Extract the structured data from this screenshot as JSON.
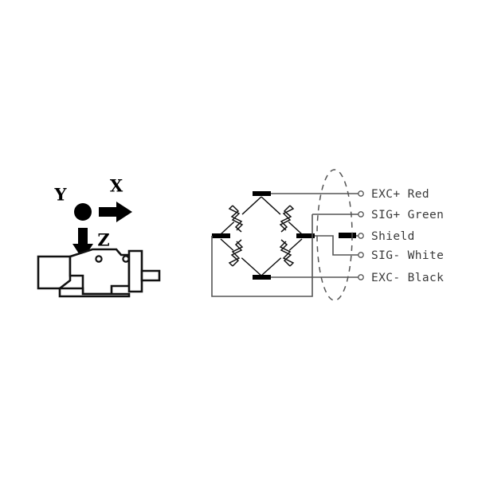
{
  "diagram": {
    "title": "Load cell axis orientation and Wheatstone bridge wiring diagram",
    "background_color": "#ffffff",
    "wire_color": "#555555",
    "outline_color": "#111111",
    "label_color": "#3a3a3a"
  },
  "load_cell": {
    "name": "S-beam load cell side view",
    "axes": [
      {
        "id": "x",
        "label": "X",
        "direction": "right-arrow"
      },
      {
        "id": "y",
        "label": "Y",
        "direction": "out-of-page-dot"
      },
      {
        "id": "z",
        "label": "Z",
        "direction": "down-arrow"
      }
    ],
    "features": {
      "mounting_hole_count": 2,
      "cable_label": ""
    }
  },
  "bridge": {
    "name": "wheatstone-bridge",
    "node_labels": [
      "top",
      "left",
      "right",
      "bottom"
    ],
    "resistor_count": 4,
    "shield_symbol": "shield-bar"
  },
  "terminals": [
    {
      "id": "exc-plus",
      "signal": "EXC+",
      "wire_color_name": "Red",
      "label": "EXC+ Red"
    },
    {
      "id": "sig-plus",
      "signal": "SIG+",
      "wire_color_name": "Green",
      "label": "SIG+ Green"
    },
    {
      "id": "shield",
      "signal": "Shield",
      "wire_color_name": "",
      "label": "Shield"
    },
    {
      "id": "sig-minus",
      "signal": "SIG-",
      "wire_color_name": "White",
      "label": "SIG- White"
    },
    {
      "id": "exc-minus",
      "signal": "EXC-",
      "wire_color_name": "Black",
      "label": "EXC- Black"
    }
  ]
}
